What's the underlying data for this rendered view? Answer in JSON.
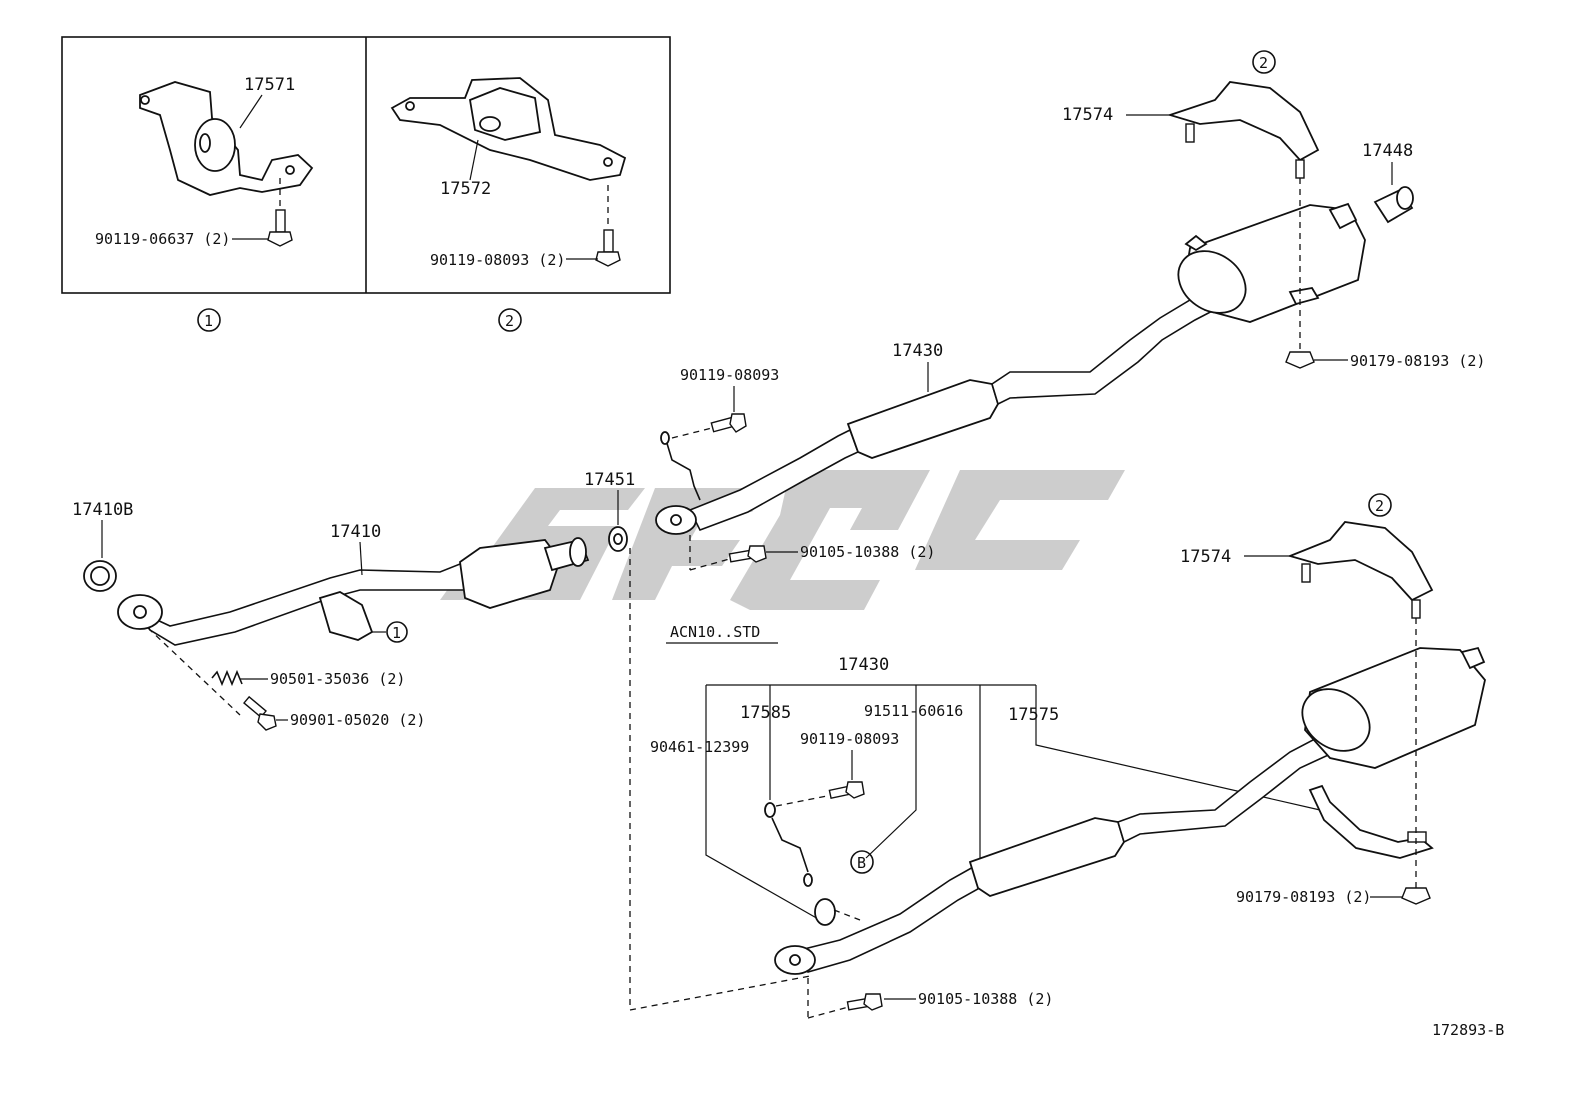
{
  "diagram_id": "172893-B",
  "watermark": "SSGC",
  "inset_panels": [
    {
      "marker": "1",
      "parts": [
        "17571",
        "90119-06637 (2)"
      ]
    },
    {
      "marker": "2",
      "parts": [
        "17572",
        "90119-08093 (2)"
      ]
    }
  ],
  "parts": {
    "p17574_a": "17574",
    "p17574_b": "17574",
    "p17448": "17448",
    "p17430_a": "17430",
    "p17430_b": "17430",
    "p17451": "17451",
    "p17410": "17410",
    "p17410B": "17410B",
    "p90119_08093_a": "90119-08093",
    "p90119_08093_b": "90119-08093",
    "p90105_10388_a": "90105-10388 (2)",
    "p90105_10388_b": "90105-10388 (2)",
    "p90179_08193_a": "90179-08193 (2)",
    "p90179_08193_b": "90179-08193 (2)",
    "p90501_35036": "90501-35036 (2)",
    "p90901_05020": "90901-05020 (2)",
    "p17585": "17585",
    "p91511_60616": "91511-60616",
    "p17575": "17575",
    "p90461_12399": "90461-12399"
  },
  "markers": {
    "m1_inset": "1",
    "m2_inset": "2",
    "m1_pipe": "1",
    "m2_top": "2",
    "m2_right": "2",
    "mB": "B"
  },
  "variant_label": "ACN10..STD"
}
